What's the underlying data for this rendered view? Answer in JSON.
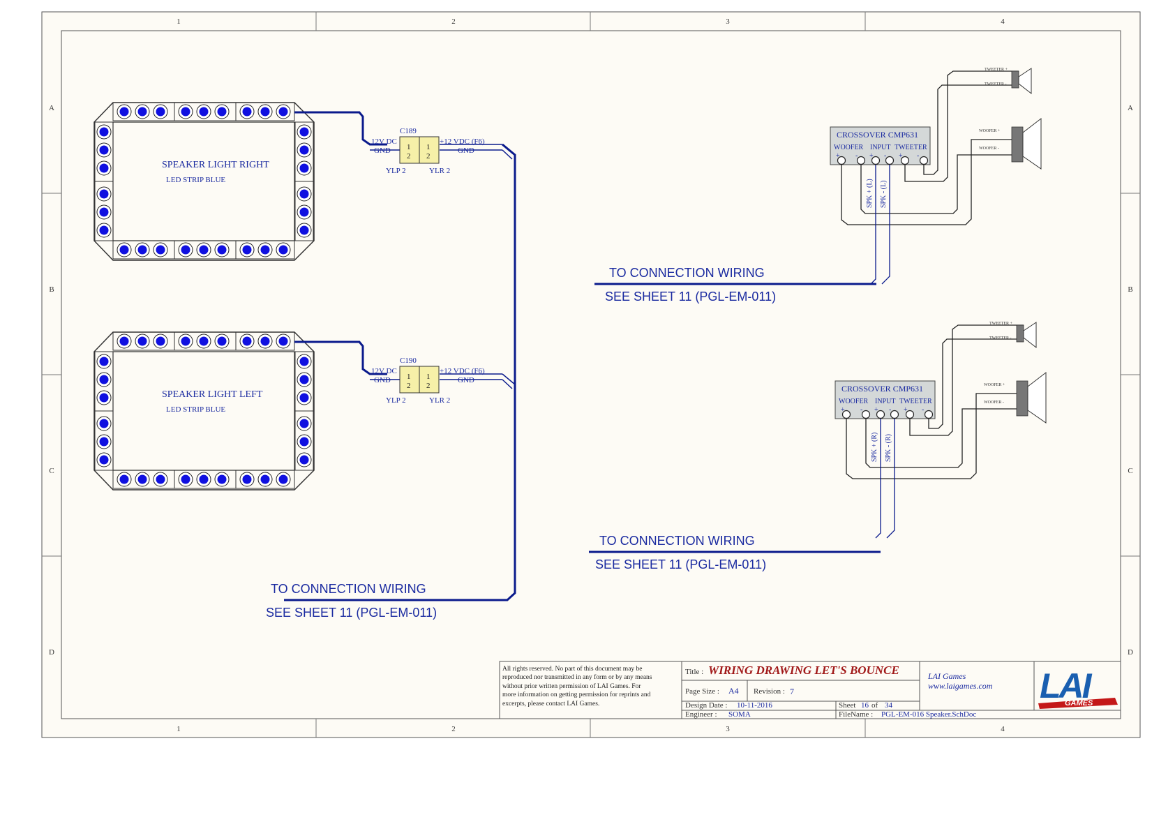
{
  "border": {
    "columns": [
      "1",
      "2",
      "3",
      "4"
    ],
    "rows": [
      "A",
      "B",
      "C",
      "D"
    ]
  },
  "led_panels": [
    {
      "title": "SPEAKER LIGHT RIGHT",
      "subtitle": "LED STRIP BLUE",
      "connector": {
        "ref": "C189",
        "left_pin1": "12V DC",
        "left_pin2": "GND",
        "right_pin1": "+12 VDC (F6)",
        "right_pin2": "GND",
        "pin1": "1",
        "pin2": "2",
        "left_label": "YLP 2",
        "right_label": "YLR 2"
      }
    },
    {
      "title": "SPEAKER LIGHT LEFT",
      "subtitle": "LED STRIP BLUE",
      "connector": {
        "ref": "C190",
        "left_pin1": "12V DC",
        "left_pin2": "GND",
        "right_pin1": "+12 VDC (F6)",
        "right_pin2": "GND",
        "pin1": "1",
        "pin2": "2",
        "left_label": "YLP 2",
        "right_label": "YLR 2"
      }
    }
  ],
  "crossovers": [
    {
      "title": "CROSSOVER CMP631",
      "woofer": "WOOFER",
      "input": "INPUT",
      "tweeter": "TWEETER",
      "plus": "+",
      "minus": "-",
      "spk_plus": "SPK + (L)",
      "spk_minus": "SPK - (L)",
      "tweeter_plus": "TWEETER +",
      "tweeter_minus": "TWEETER -",
      "woofer_plus": "WOOFER +",
      "woofer_minus": "WOOFER -"
    },
    {
      "title": "CROSSOVER CMP631",
      "woofer": "WOOFER",
      "input": "INPUT",
      "tweeter": "TWEETER",
      "plus": "+",
      "minus": "-",
      "spk_plus": "SPK + (R)",
      "spk_minus": "SPK - (R)",
      "tweeter_plus": "TWEETER +",
      "tweeter_minus": "TWEETER -",
      "woofer_plus": "WOOFER +",
      "woofer_minus": "WOOFER -"
    }
  ],
  "connection_labels": [
    {
      "line1": "TO CONNECTION WIRING",
      "line2": "SEE SHEET 11 (PGL-EM-011)"
    },
    {
      "line1": "TO CONNECTION WIRING",
      "line2": "SEE SHEET 11 (PGL-EM-011)"
    },
    {
      "line1": "TO CONNECTION WIRING",
      "line2": "SEE SHEET 11 (PGL-EM-011)"
    }
  ],
  "title_block": {
    "copyright": [
      "All rights reserved. No part of this document may be",
      "reproduced nor transmitted in any form or by any means",
      "without prior written permission of LAI Games. For",
      "more information on getting permission for reprints and",
      "excerpts, please contact LAI Games."
    ],
    "title_label": "Title :",
    "title": "WIRING DRAWING LET'S BOUNCE",
    "page_size_label": "Page Size :",
    "page_size": "A4",
    "revision_label": "Revision :",
    "revision": "7",
    "design_date_label": "Design Date :",
    "design_date": "10-11-2016",
    "engineer_label": "Engineer :",
    "engineer": "SOMA",
    "sheet_label": "Sheet",
    "sheet": "16",
    "of_label": "of",
    "sheet_total": "34",
    "filename_label": "FileName :",
    "filename": "PGL-EM-016 Speaker.SchDoc",
    "company": "LAI Games",
    "website": "www.laigames.com",
    "logo_text": "LAI",
    "logo_sub": "GAMES"
  },
  "colors": {
    "wire": "#0a1a8c",
    "label_blue": "#1a2aa0",
    "led": "#1010e0",
    "connector": "#f6f0a8",
    "crossover": "#d4d8d8",
    "title_red": "#a01818",
    "paper": "#fdfbf5"
  }
}
